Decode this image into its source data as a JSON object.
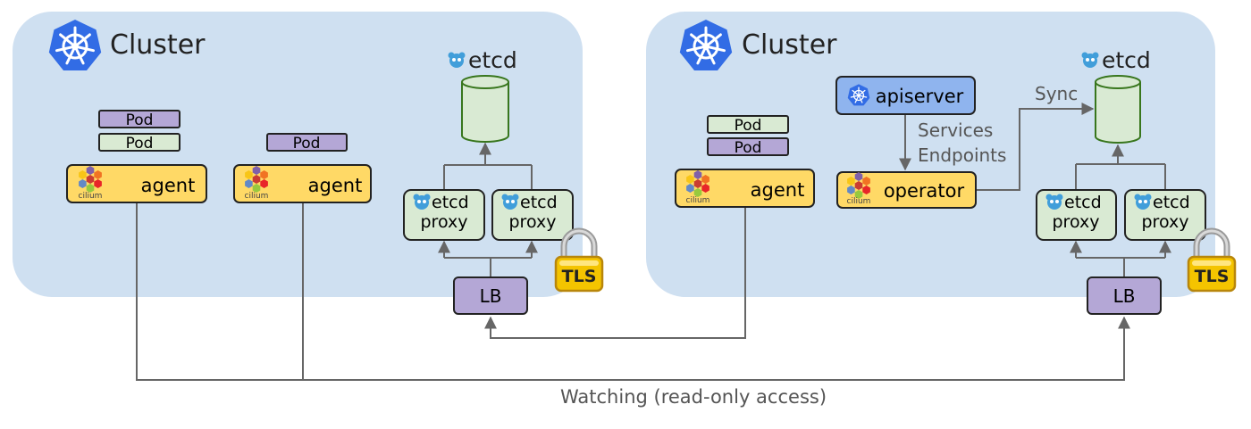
{
  "clusters": [
    {
      "title": "Cluster",
      "etcd_label": "etcd"
    },
    {
      "title": "Cluster",
      "etcd_label": "etcd"
    }
  ],
  "left": {
    "pods_a": [
      "Pod",
      "Pod"
    ],
    "pod_b": "Pod",
    "agent_label": "agent",
    "cilium_text": "cilium",
    "proxy_top": "etcd",
    "proxy_bottom": "proxy",
    "lb_label": "LB",
    "tls_label": "TLS"
  },
  "right": {
    "pods": [
      "Pod",
      "Pod"
    ],
    "agent_label": "agent",
    "cilium_text": "cilium",
    "apiserver_label": "apiserver",
    "operator_label": "operator",
    "services_label": "Services",
    "endpoints_label": "Endpoints",
    "sync_label": "Sync",
    "proxy_top": "etcd",
    "proxy_bottom": "proxy",
    "lb_label": "LB",
    "tls_label": "TLS"
  },
  "footer": {
    "watching_label": "Watching (read-only access)"
  },
  "colors": {
    "cluster_bg": "#cfe0f1",
    "pod_purple": "#b4a7d6",
    "pod_green": "#d9ead3",
    "agent_yellow": "#ffd966",
    "apiserver_blue": "#8fb4ee",
    "lb_purple": "#b4a7d6",
    "k8s_blue": "#326ce5",
    "etcd_blue": "#419eda",
    "line_gray": "#666666"
  }
}
